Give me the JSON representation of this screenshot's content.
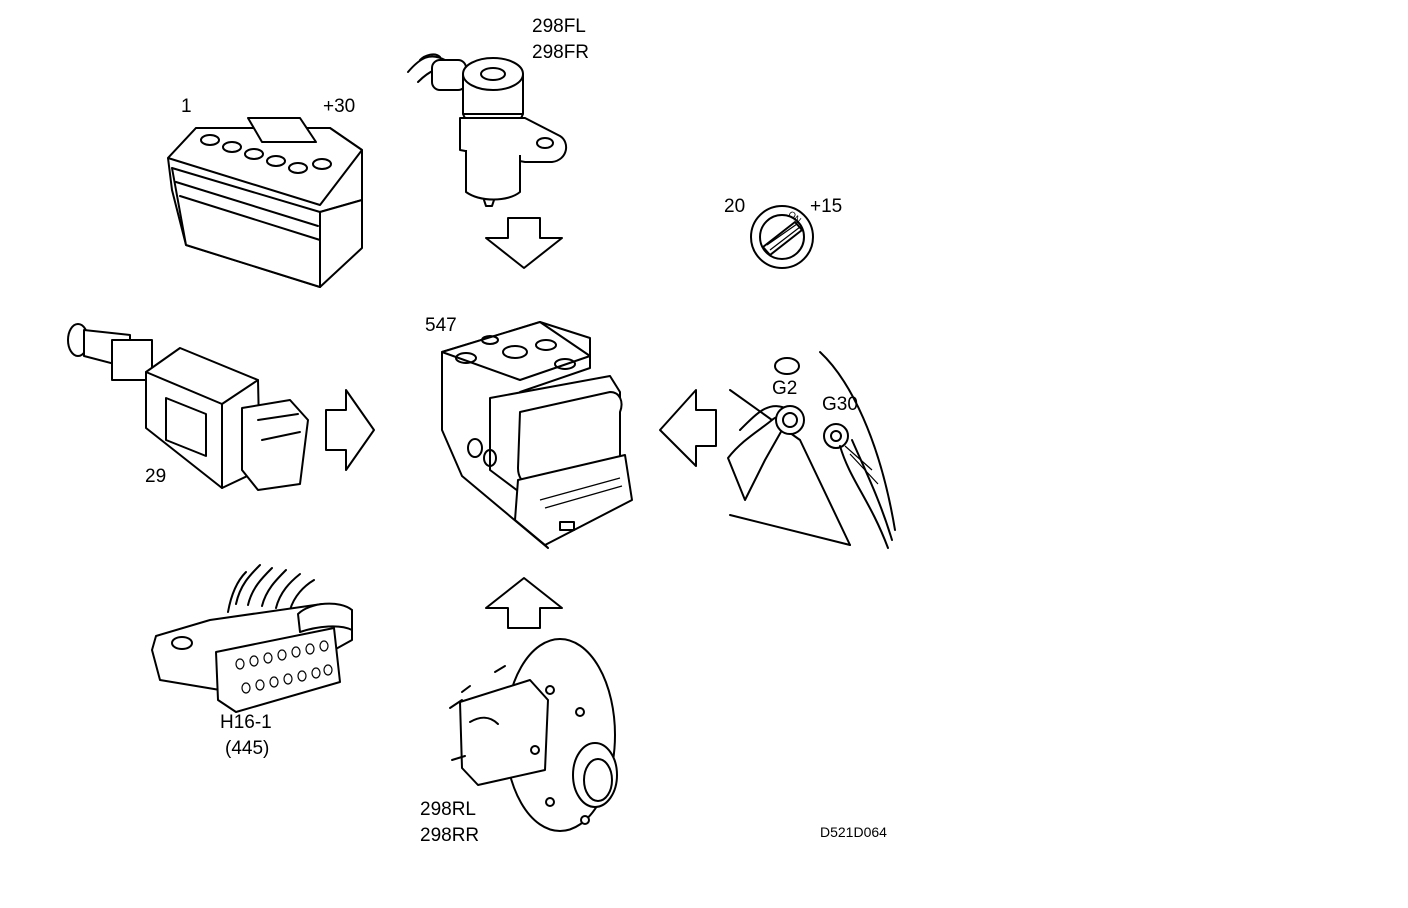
{
  "labels": {
    "battery_number": "1",
    "battery_terminal": "+30",
    "front_sensor_left": "298FL",
    "front_sensor_right": "298FR",
    "ignition_number": "20",
    "ignition_terminal": "+15",
    "ignition_key_text": "ON",
    "abs_unit": "547",
    "brake_switch": "29",
    "ground_g2": "G2",
    "ground_g30": "G30",
    "connector_name": "H16-1",
    "connector_number": "(445)",
    "rear_sensor_left": "298RL",
    "rear_sensor_right": "298RR",
    "figure_code": "D521D064"
  }
}
